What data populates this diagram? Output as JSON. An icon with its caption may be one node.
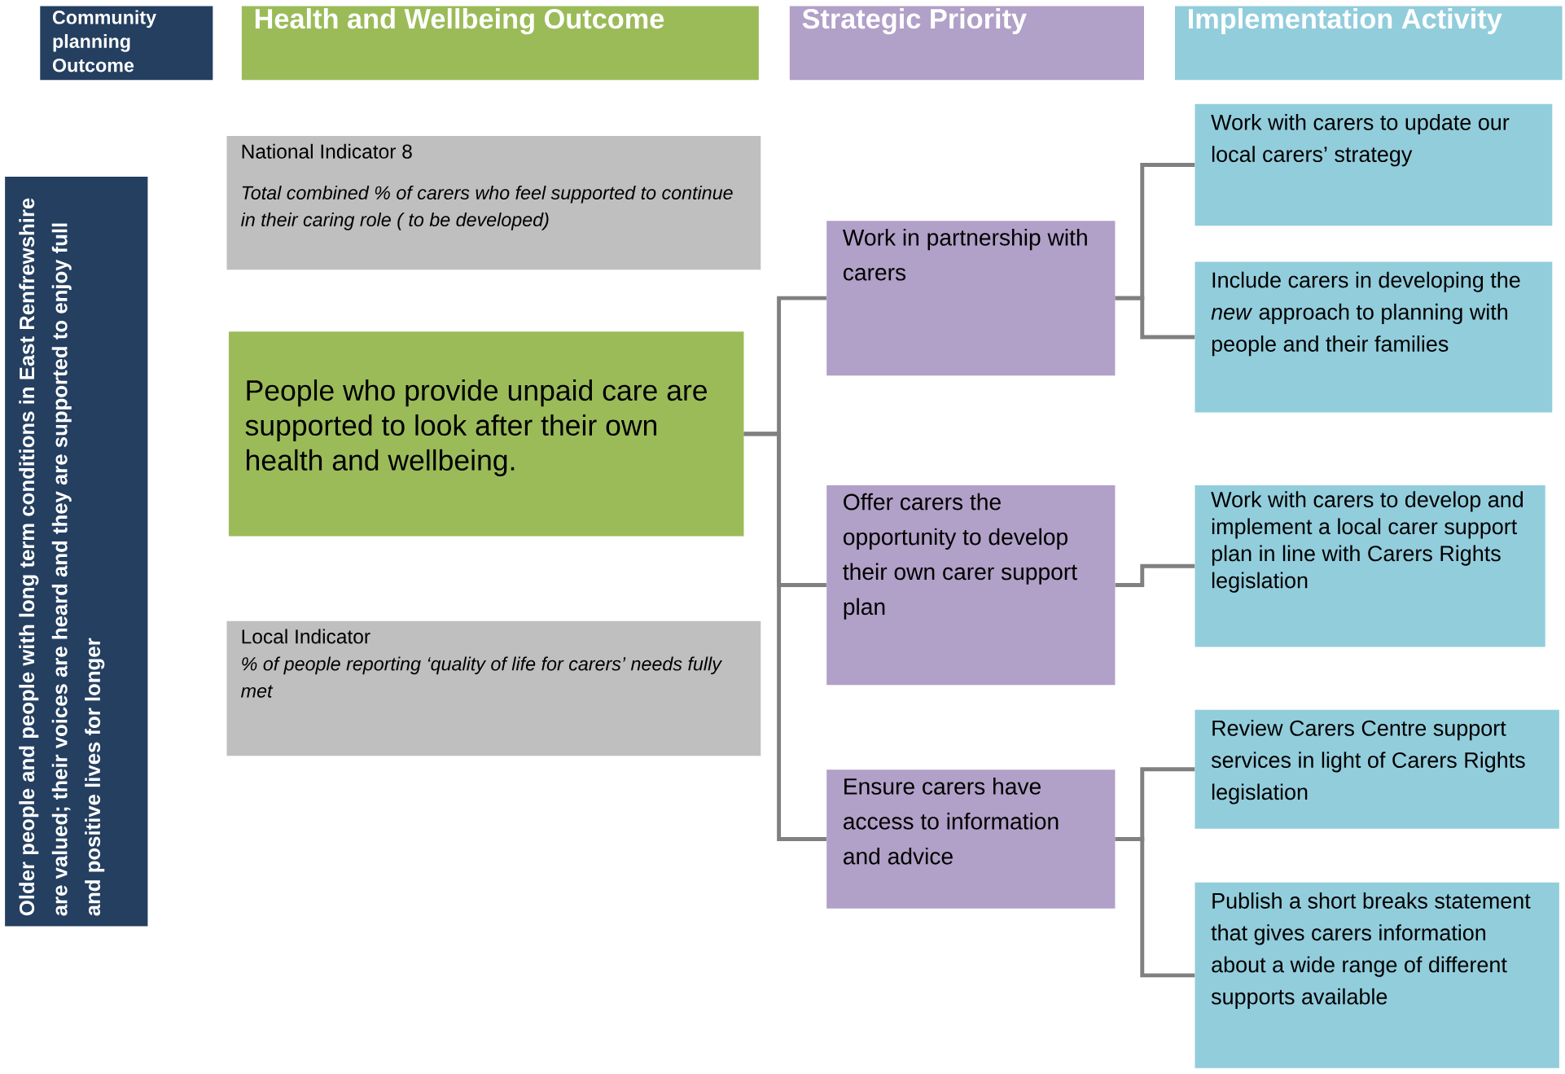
{
  "diagram": {
    "nodes": [
      {
        "text": [
          "Community planning Outcome"
        ]
      },
      {
        "text": [
          "Health and Wellbeing Outcome"
        ]
      },
      {
        "text": [
          "Strategic Priority"
        ]
      },
      {
        "text": [
          "Implementation Activity"
        ]
      },
      {
        "text": [
          "Older people and people with long term conditions in East Renfrewshire are valued; their voices are heard and they are supported to enjoy full and positive lives for longer"
        ]
      },
      {
        "text": [
          "National Indicator 8",
          "Total combined  % of carers who feel supported to continue in their caring role ( to be developed)"
        ]
      },
      {
        "text": [
          "People who provide unpaid care are supported to look after their own health and wellbeing."
        ]
      },
      {
        "text": [
          "Local Indicator",
          " % of people reporting ‘quality of life for carers’ needs fully met"
        ]
      },
      {
        "text": [
          "Work in partnership with carers"
        ]
      },
      {
        "text": [
          "Offer carers the opportunity to develop their own carer support plan"
        ]
      },
      {
        "text": [
          "Ensure carers have access to information and advice"
        ]
      },
      {
        "text": [
          "Work with carers to update our local carers’ strategy"
        ]
      },
      {
        "text": [
          "Include carers in developing the *new* approach to planning with people and their families"
        ]
      },
      {
        "text": [
          "Work with carers to develop and implement a local carer support plan in line with Carers Rights legislation"
        ]
      },
      {
        "text": [
          "Review Carers Centre support services in light of Carers Rights legislation"
        ]
      },
      {
        "text": [
          "Publish a short breaks statement that gives carers information about a wide range of different supports available"
        ]
      }
    ],
    "edges": [
      {
        "from": 6,
        "to": 8,
        "arrow": "none"
      },
      {
        "from": 6,
        "to": 9,
        "arrow": "none"
      },
      {
        "from": 6,
        "to": 10,
        "arrow": "none"
      },
      {
        "from": 8,
        "to": 11,
        "arrow": "none"
      },
      {
        "from": 8,
        "to": 12,
        "arrow": "none"
      },
      {
        "from": 9,
        "to": 13,
        "arrow": "none"
      },
      {
        "from": 10,
        "to": 14,
        "arrow": "none"
      },
      {
        "from": 10,
        "to": 15,
        "arrow": "none"
      }
    ]
  }
}
